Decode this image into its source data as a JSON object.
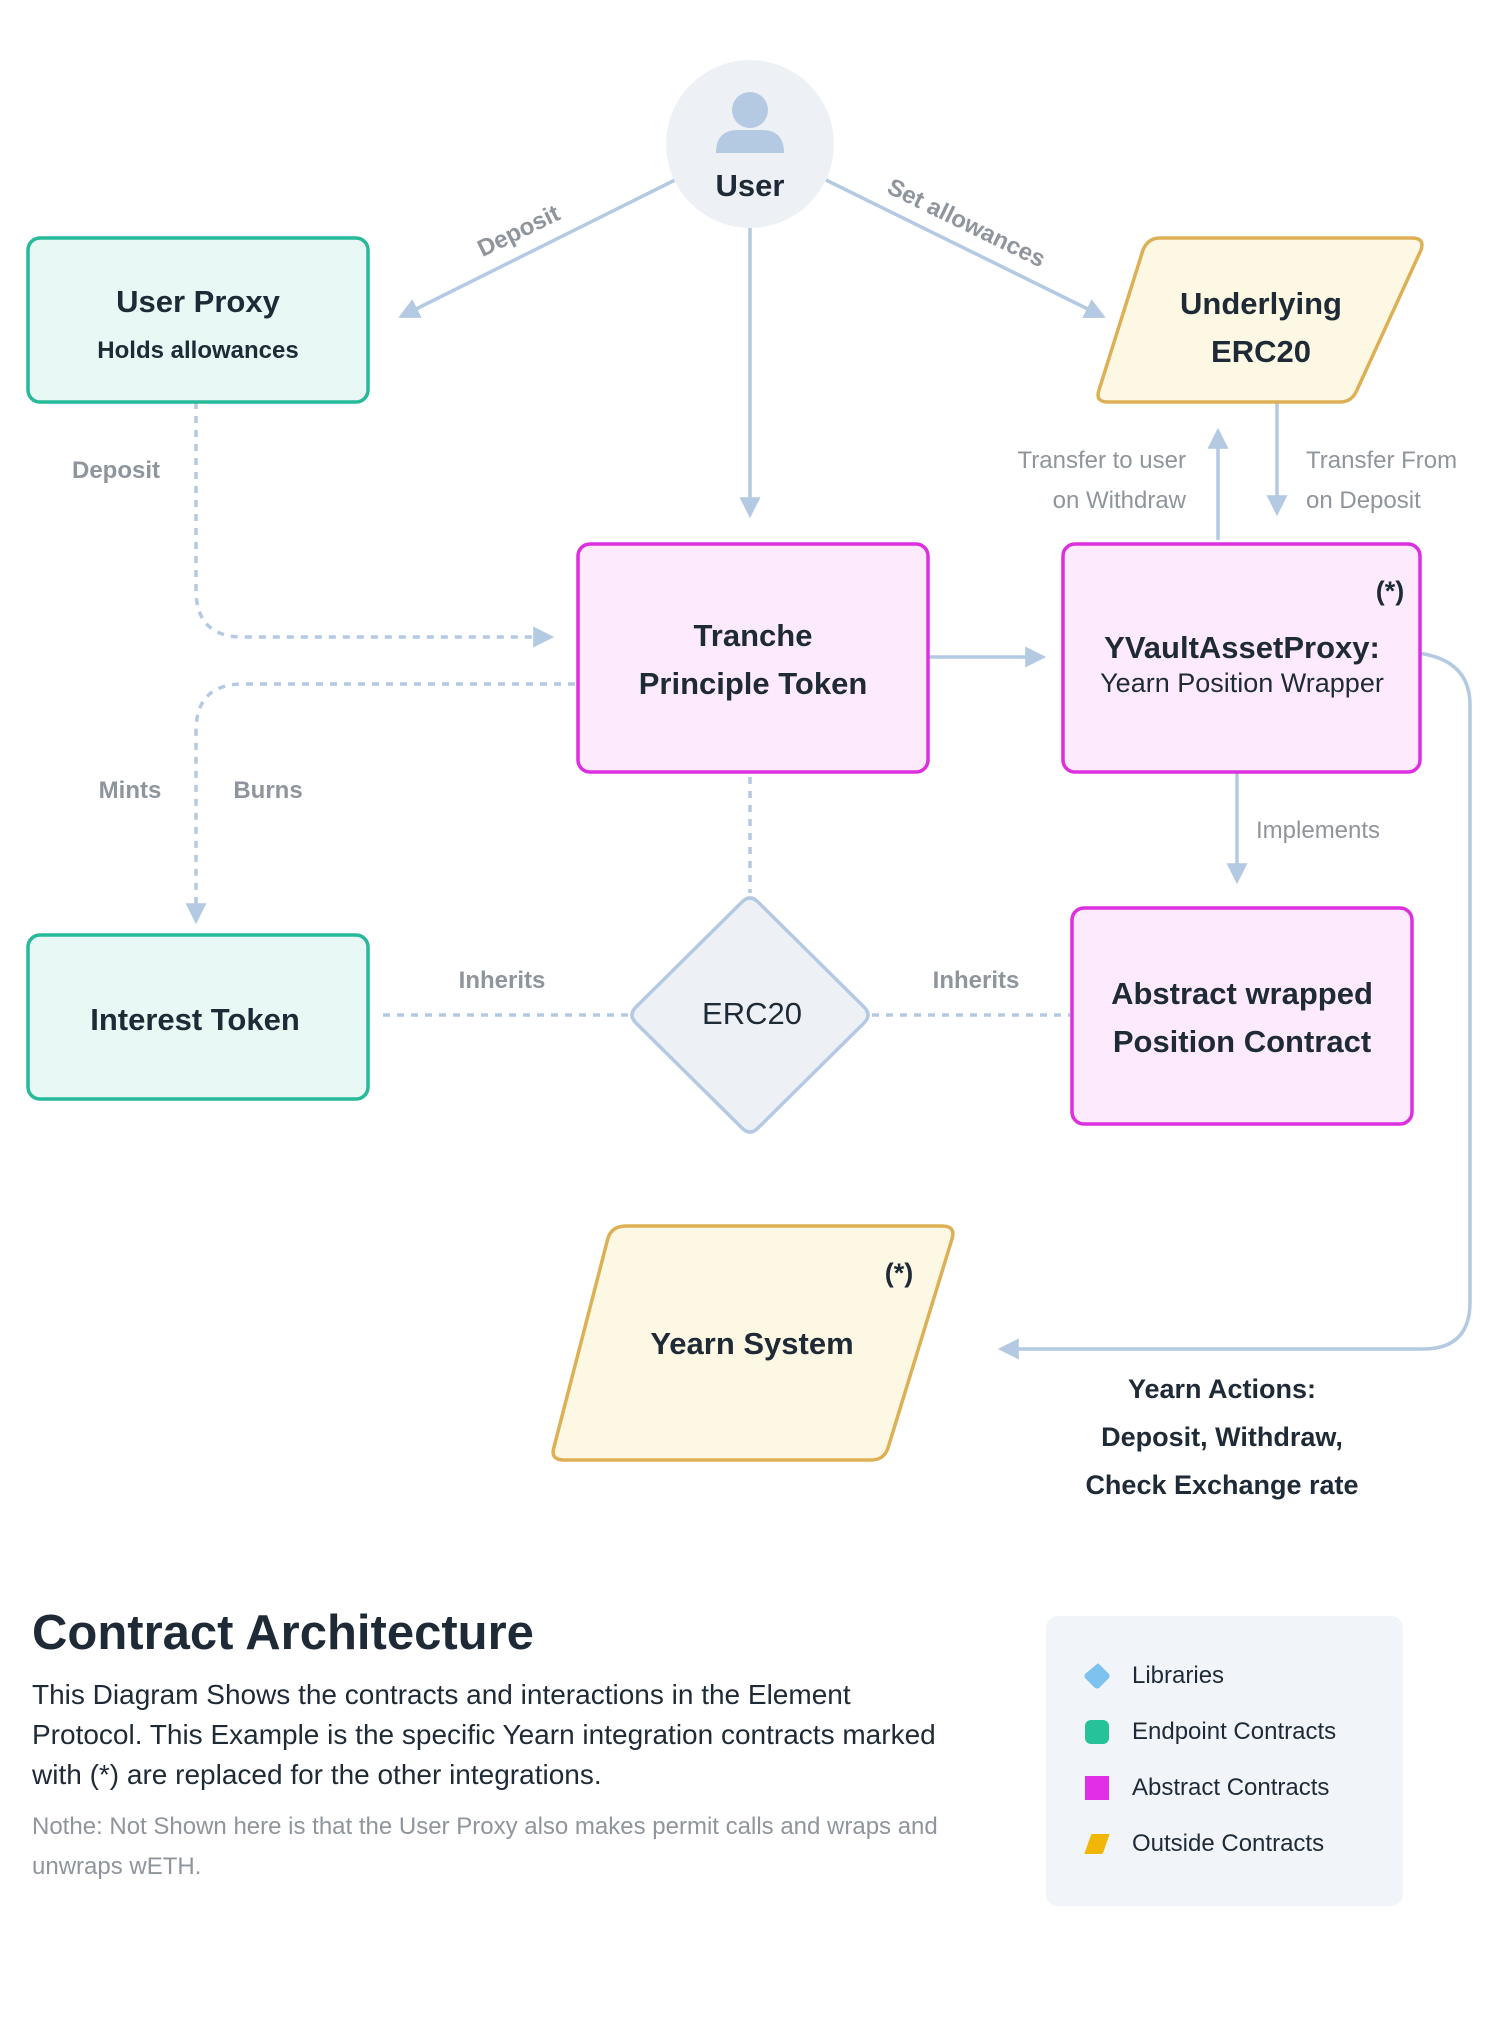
{
  "diagram": {
    "user": {
      "label": "User"
    },
    "user_proxy": {
      "title": "User Proxy",
      "subtitle": "Holds allowances"
    },
    "underlying": {
      "line1": "Underlying",
      "line2": "ERC20"
    },
    "tranche": {
      "line1": "Tranche",
      "line2": "Principle Token"
    },
    "yvault": {
      "marker": "(*)",
      "title": "YVaultAssetProxy:",
      "subtitle": "Yearn Position Wrapper"
    },
    "interest_token": {
      "label": "Interest Token"
    },
    "erc20": {
      "label": "ERC20"
    },
    "abstract": {
      "line1": "Abstract wrapped",
      "line2": "Position Contract"
    },
    "yearn_system": {
      "marker": "(*)",
      "label": "Yearn System"
    },
    "edges": {
      "deposit_user": "Deposit",
      "set_allowances": "Set allowances",
      "deposit_proxy": "Deposit",
      "transfer_to_user_1": "Transfer to user",
      "transfer_to_user_2": "on Withdraw",
      "transfer_from_1": "Transfer From",
      "transfer_from_2": "on Deposit",
      "mints": "Mints",
      "burns": "Burns",
      "implements": "Implements",
      "inherits_left": "Inherits",
      "inherits_right": "Inherits"
    },
    "yearn_actions": {
      "line1": "Yearn Actions:",
      "line2": "Deposit, Withdraw,",
      "line3": "Check Exchange rate"
    }
  },
  "caption": {
    "title": "Contract Architecture",
    "description": "This Diagram Shows the contracts and interactions in the Element Protocol. This Example is the specific Yearn integration contracts marked with (*) are replaced for the other integrations.",
    "note": "Nothe: Not Shown here is that the User Proxy also makes permit calls and wraps and unwraps wETH."
  },
  "legend": {
    "items": [
      {
        "label": "Libraries",
        "color": "#7ec3f0",
        "shape": "diamond"
      },
      {
        "label": "Endpoint Contracts",
        "color": "#26c29a",
        "shape": "rounded-square"
      },
      {
        "label": "Abstract Contracts",
        "color": "#e22ee6",
        "shape": "square"
      },
      {
        "label": "Outside Contracts",
        "color": "#f2b705",
        "shape": "parallelogram"
      }
    ]
  },
  "colors": {
    "edge": "#b4c9e2",
    "endpoint_fill": "#e8f8f4",
    "endpoint_stroke": "#26b99a",
    "abstract_fill": "#fdebfd",
    "abstract_stroke": "#dc2fdf",
    "outside_fill": "#fdf8e4",
    "outside_stroke": "#deb056",
    "library_fill": "#edf1f6"
  }
}
